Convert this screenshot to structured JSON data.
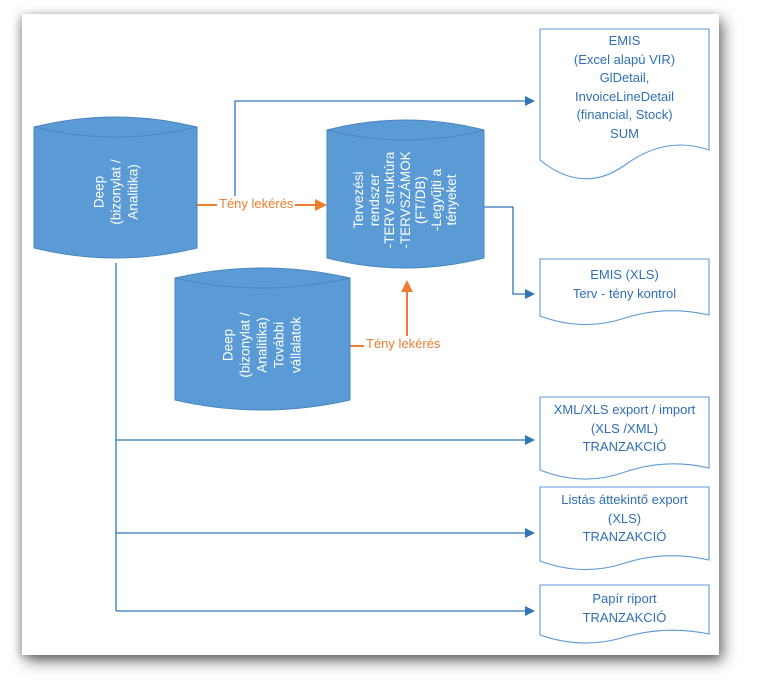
{
  "colors": {
    "cylinder_fill": "#5b9bd5",
    "cylinder_stroke": "#4a86c0",
    "doc_stroke": "#5b9bd5",
    "blue_arrow": "#2e75b6",
    "orange_arrow": "#ed7d31",
    "doc_text": "#2f6fb6"
  },
  "cylinders": {
    "deep_main": [
      "Deep",
      "(bizonylat /",
      "Analitika)"
    ],
    "tervezesi": [
      "Tervezési",
      "rendszer",
      "-TERV struktúra",
      "-TERVSZÁMOK",
      "(FT/DB)",
      "-Legyűjti a",
      "tényeket"
    ],
    "deep_further": [
      "Deep",
      "(bizonylat /",
      "Analitika)",
      "További",
      "vállalatok"
    ]
  },
  "documents": {
    "emis_top": [
      "EMIS",
      "(Excel alapú VIR)",
      "GlDetail,",
      "InvoiceLineDetail",
      "(financial, Stock)",
      "SUM"
    ],
    "emis_xls": [
      "EMIS (XLS)",
      "Terv - tény kontrol"
    ],
    "xml_export": [
      "XML/XLS export / import",
      "(XLS /XML)",
      "TRANZAKCIÓ"
    ],
    "listas_export": [
      "Listás áttekintő export",
      "(XLS)",
      "TRANZAKCIÓ"
    ],
    "papir_riport": [
      "Papír riport",
      "TRANZAKCIÓ"
    ]
  },
  "edges": {
    "teny_lekeres_1": "Tény lekérés",
    "teny_lekeres_2": "Tény lekérés"
  }
}
